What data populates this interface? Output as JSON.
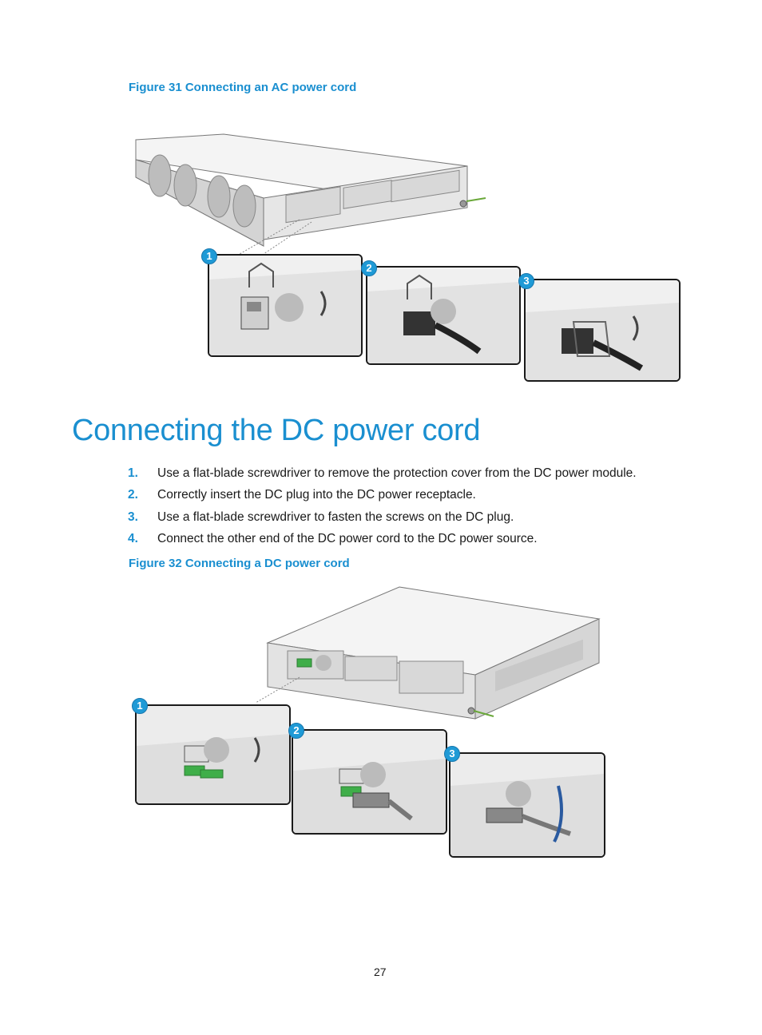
{
  "figure31": {
    "caption": "Figure 31 Connecting an AC power cord",
    "steps": [
      "1",
      "2",
      "3"
    ]
  },
  "section": {
    "heading": "Connecting the DC power cord",
    "steps": [
      {
        "num": "1.",
        "text": "Use a flat-blade screwdriver to remove the protection cover from the DC power module."
      },
      {
        "num": "2.",
        "text": "Correctly insert the DC plug into the DC power receptacle."
      },
      {
        "num": "3.",
        "text": "Use a flat-blade screwdriver to fasten the screws on the DC plug."
      },
      {
        "num": "4.",
        "text": "Connect the other end of the DC power cord to the DC power source."
      }
    ]
  },
  "figure32": {
    "caption": "Figure 32 Connecting a DC power cord",
    "steps": [
      "1",
      "2",
      "3"
    ]
  },
  "page_number": "27",
  "colors": {
    "accent": "#1a8fd0",
    "badge": "#1f9ad6",
    "dc_plug": "#3fae49",
    "ground_wire": "#6aa83a"
  }
}
